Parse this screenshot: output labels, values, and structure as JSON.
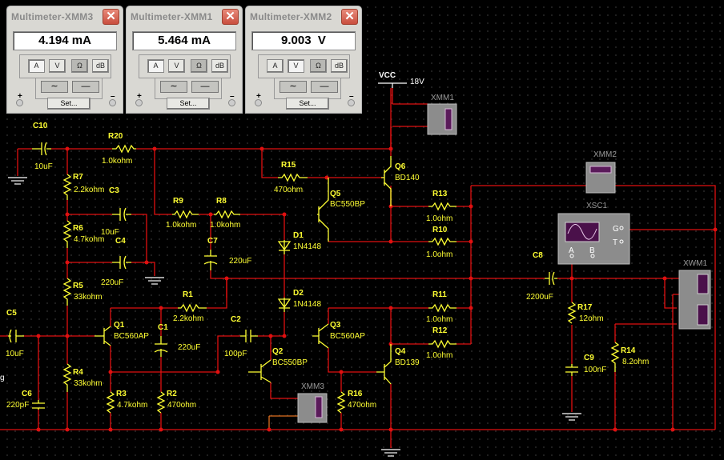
{
  "multimeters": [
    {
      "title": "Multimeter-XMM3",
      "reading": "4.194 mA",
      "active_mode": "A"
    },
    {
      "title": "Multimeter-XMM1",
      "reading": "5.464 mA",
      "active_mode": "A"
    },
    {
      "title": "Multimeter-XMM2",
      "reading": "9.003  V",
      "active_mode": "V"
    }
  ],
  "multimeter_ui": {
    "close_glyph": "✕",
    "modes": [
      "A",
      "V",
      "Ω",
      "dB"
    ],
    "ac_glyph": "∼",
    "dc_glyph": "—",
    "set_label": "Set...",
    "plus_label": "+",
    "minus_label": "–"
  },
  "power": {
    "name": "VCC",
    "value": "18V"
  },
  "instruments": {
    "xmm1": "XMM1",
    "xmm2": "XMM2",
    "xmm3": "XMM3",
    "xsc1": "XSC1",
    "xwm1": "XWM1",
    "xsc1_terminals": {
      "a": "A",
      "b": "B",
      "g": "G",
      "t": "T"
    }
  },
  "components": {
    "C10": {
      "ref": "C10",
      "value": "10uF"
    },
    "R20": {
      "ref": "R20",
      "value": "1.0kohm"
    },
    "R7": {
      "ref": "R7",
      "value": "2.2kohm"
    },
    "C3": {
      "ref": "C3",
      "value": "10uF"
    },
    "R6": {
      "ref": "R6",
      "value": "4.7kohm"
    },
    "C4": {
      "ref": "C4",
      "value": "220uF"
    },
    "R5": {
      "ref": "R5",
      "value": "33kohm"
    },
    "C5": {
      "ref": "C5",
      "value": "10uF"
    },
    "C6": {
      "ref": "C6",
      "value": "220pF"
    },
    "R4": {
      "ref": "R4",
      "value": "33kohm"
    },
    "Q1": {
      "ref": "Q1",
      "value": "BC560AP"
    },
    "C1": {
      "ref": "C1",
      "value": "220uF"
    },
    "R3": {
      "ref": "R3",
      "value": "4.7kohm"
    },
    "R2": {
      "ref": "R2",
      "value": "470ohm"
    },
    "R1": {
      "ref": "R1",
      "value": "2.2kohm"
    },
    "R9": {
      "ref": "R9",
      "value": "1.0kohm"
    },
    "R8": {
      "ref": "R8",
      "value": "1.0kohm"
    },
    "C7": {
      "ref": "C7",
      "value": "220uF"
    },
    "R15": {
      "ref": "R15",
      "value": "470ohm"
    },
    "Q5": {
      "ref": "Q5",
      "value": "BC550BP"
    },
    "Q6": {
      "ref": "Q6",
      "value": "BD140"
    },
    "D1": {
      "ref": "D1",
      "value": "1N4148"
    },
    "D2": {
      "ref": "D2",
      "value": "1N4148"
    },
    "C2": {
      "ref": "C2",
      "value": "100pF"
    },
    "Q2": {
      "ref": "Q2",
      "value": "BC550BP"
    },
    "Q3": {
      "ref": "Q3",
      "value": "BC560AP"
    },
    "Q4": {
      "ref": "Q4",
      "value": "BD139"
    },
    "R16": {
      "ref": "R16",
      "value": "470ohm"
    },
    "R13": {
      "ref": "R13",
      "value": "1.0ohm"
    },
    "R10": {
      "ref": "R10",
      "value": "1.0ohm"
    },
    "R11": {
      "ref": "R11",
      "value": "1.0ohm"
    },
    "R12": {
      "ref": "R12",
      "value": "1.0ohm"
    },
    "C8": {
      "ref": "C8",
      "value": "2200uF"
    },
    "R17": {
      "ref": "R17",
      "value": "12ohm"
    },
    "C9": {
      "ref": "C9",
      "value": "100nF"
    },
    "R14": {
      "ref": "R14",
      "value": "8.2ohm"
    }
  },
  "edge_text": "g",
  "colors": {
    "wire": "#e01010",
    "component": "#ffff33",
    "background": "#000000"
  }
}
